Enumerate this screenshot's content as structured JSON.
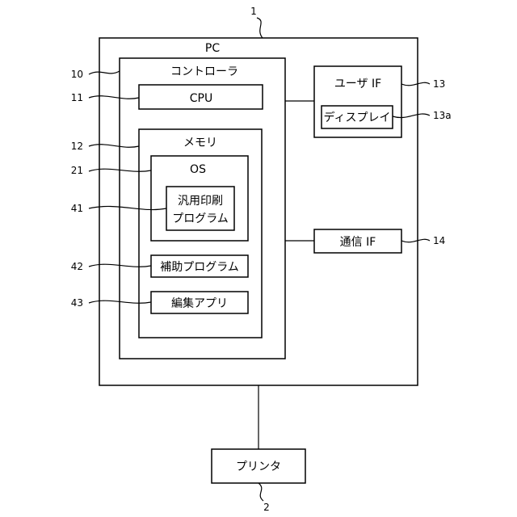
{
  "boxes": {
    "pc": "PC",
    "controller": "コントローラ",
    "cpu": "CPU",
    "memory": "メモリ",
    "os": "OS",
    "universal_print_line1": "汎用印刷",
    "universal_print_line2": "プログラム",
    "aux_program": "補助プログラム",
    "edit_app": "編集アプリ",
    "user_if": "ユーザ IF",
    "display": "ディスプレイ",
    "comm_if": "通信 IF",
    "printer": "プリンタ"
  },
  "refs": {
    "pc": "1",
    "printer": "2",
    "controller": "10",
    "cpu": "11",
    "memory": "12",
    "user_if": "13",
    "display": "13a",
    "comm_if": "14",
    "os": "21",
    "universal_print": "41",
    "aux_program": "42",
    "edit_app": "43"
  }
}
